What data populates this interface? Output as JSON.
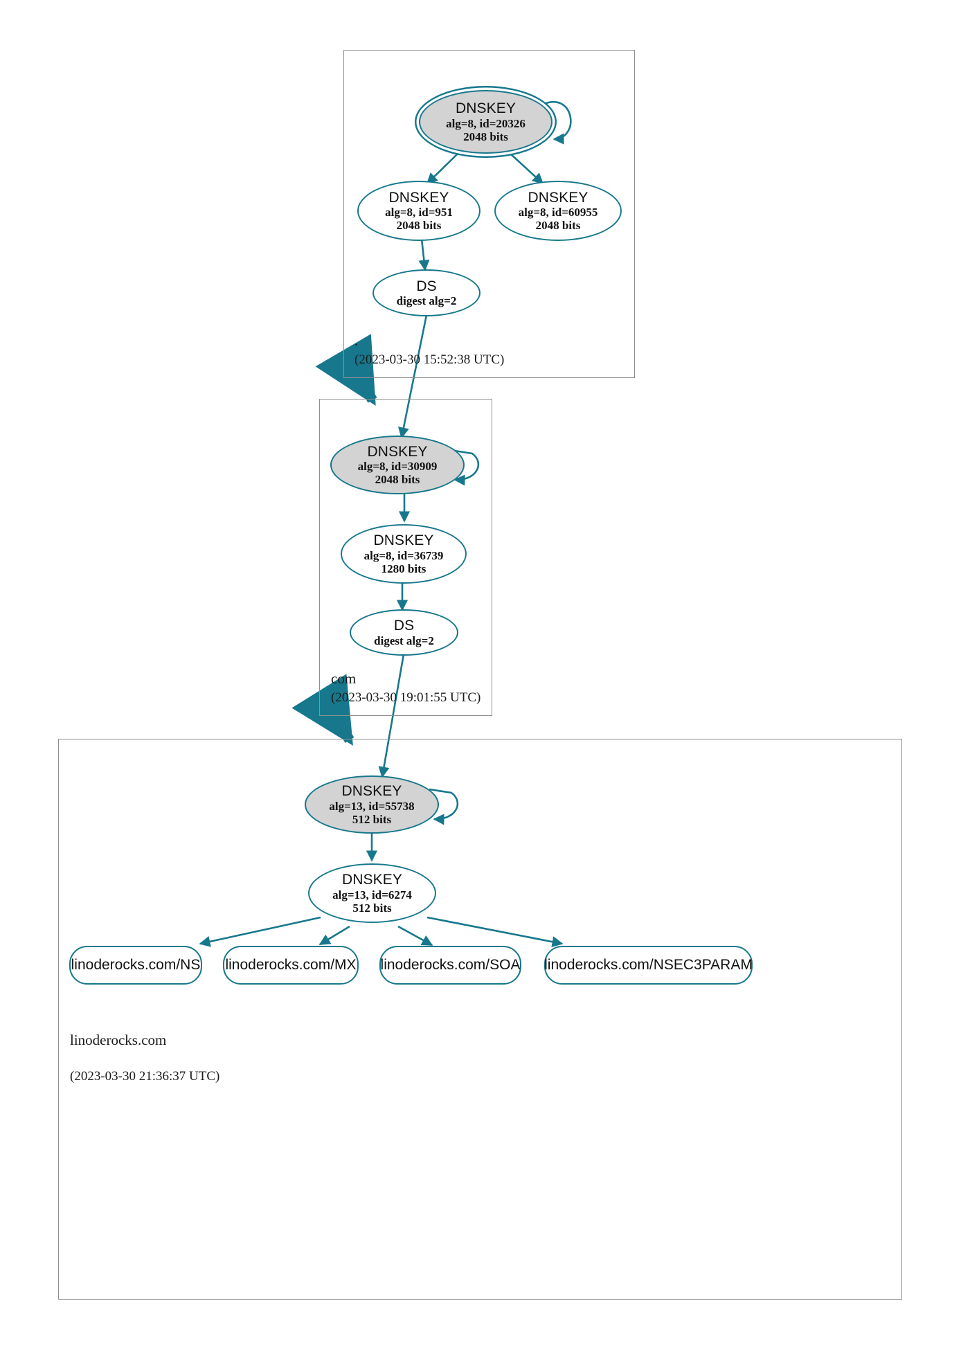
{
  "diagram": {
    "kind": "dnssec-authentication-chain",
    "accent_color": "#17788d",
    "key_fill_color": "#d3d3d3",
    "zone_border_color": "#8f8f8f",
    "background_color": "#ffffff"
  },
  "zones": [
    {
      "id": "root",
      "name": ".",
      "timestamp": "(2023-03-30 15:52:38 UTC)",
      "nodes": [
        {
          "id": "root-ksk",
          "type": "DNSKEY",
          "title": "DNSKEY",
          "line2": "alg=8, id=20326",
          "line3": "2048 bits",
          "trust_anchor": true,
          "secure": true
        },
        {
          "id": "root-zsk1",
          "type": "DNSKEY",
          "title": "DNSKEY",
          "line2": "alg=8, id=951",
          "line3": "2048 bits",
          "trust_anchor": false,
          "secure": false
        },
        {
          "id": "root-zsk2",
          "type": "DNSKEY",
          "title": "DNSKEY",
          "line2": "alg=8, id=60955",
          "line3": "2048 bits",
          "trust_anchor": false,
          "secure": false
        },
        {
          "id": "root-ds",
          "type": "DS",
          "title": "DS",
          "line2": "digest alg=2",
          "line3": "",
          "trust_anchor": false,
          "secure": false
        }
      ]
    },
    {
      "id": "com",
      "name": "com",
      "timestamp": "(2023-03-30 19:01:55 UTC)",
      "nodes": [
        {
          "id": "com-ksk",
          "type": "DNSKEY",
          "title": "DNSKEY",
          "line2": "alg=8, id=30909",
          "line3": "2048 bits",
          "trust_anchor": false,
          "secure": true
        },
        {
          "id": "com-zsk",
          "type": "DNSKEY",
          "title": "DNSKEY",
          "line2": "alg=8, id=36739",
          "line3": "1280 bits",
          "trust_anchor": false,
          "secure": false
        },
        {
          "id": "com-ds",
          "type": "DS",
          "title": "DS",
          "line2": "digest alg=2",
          "line3": "",
          "trust_anchor": false,
          "secure": false
        }
      ]
    },
    {
      "id": "linoderocks",
      "name": "linoderocks.com",
      "timestamp": "(2023-03-30 21:36:37 UTC)",
      "nodes": [
        {
          "id": "lr-ksk",
          "type": "DNSKEY",
          "title": "DNSKEY",
          "line2": "alg=13, id=55738",
          "line3": "512 bits",
          "trust_anchor": false,
          "secure": true
        },
        {
          "id": "lr-zsk",
          "type": "DNSKEY",
          "title": "DNSKEY",
          "line2": "alg=13, id=6274",
          "line3": "512 bits",
          "trust_anchor": false,
          "secure": false
        }
      ],
      "rrsets": [
        {
          "id": "rr-ns",
          "label": "linoderocks.com/NS"
        },
        {
          "id": "rr-mx",
          "label": "linoderocks.com/MX"
        },
        {
          "id": "rr-soa",
          "label": "linoderocks.com/SOA"
        },
        {
          "id": "rr-nsec3param",
          "label": "linoderocks.com/NSEC3PARAM"
        }
      ]
    }
  ],
  "edges": [
    {
      "from": "root-ksk",
      "to": "root-ksk",
      "kind": "self-sign"
    },
    {
      "from": "root-ksk",
      "to": "root-zsk1",
      "kind": "sign"
    },
    {
      "from": "root-ksk",
      "to": "root-zsk2",
      "kind": "sign"
    },
    {
      "from": "root-zsk1",
      "to": "root-ds",
      "kind": "sign"
    },
    {
      "from": "root-ds",
      "to": "com-ksk",
      "kind": "delegation"
    },
    {
      "from": "com-ksk",
      "to": "com-ksk",
      "kind": "self-sign"
    },
    {
      "from": "com-ksk",
      "to": "com-zsk",
      "kind": "sign"
    },
    {
      "from": "com-zsk",
      "to": "com-ds",
      "kind": "sign"
    },
    {
      "from": "com-ds",
      "to": "lr-ksk",
      "kind": "delegation"
    },
    {
      "from": "lr-ksk",
      "to": "lr-ksk",
      "kind": "self-sign"
    },
    {
      "from": "lr-ksk",
      "to": "lr-zsk",
      "kind": "sign"
    },
    {
      "from": "lr-zsk",
      "to": "rr-ns",
      "kind": "sign"
    },
    {
      "from": "lr-zsk",
      "to": "rr-mx",
      "kind": "sign"
    },
    {
      "from": "lr-zsk",
      "to": "rr-soa",
      "kind": "sign"
    },
    {
      "from": "lr-zsk",
      "to": "rr-nsec3param",
      "kind": "sign"
    },
    {
      "from": "root",
      "to": "com",
      "kind": "zone-delegation"
    },
    {
      "from": "com",
      "to": "linoderocks",
      "kind": "zone-delegation"
    }
  ]
}
